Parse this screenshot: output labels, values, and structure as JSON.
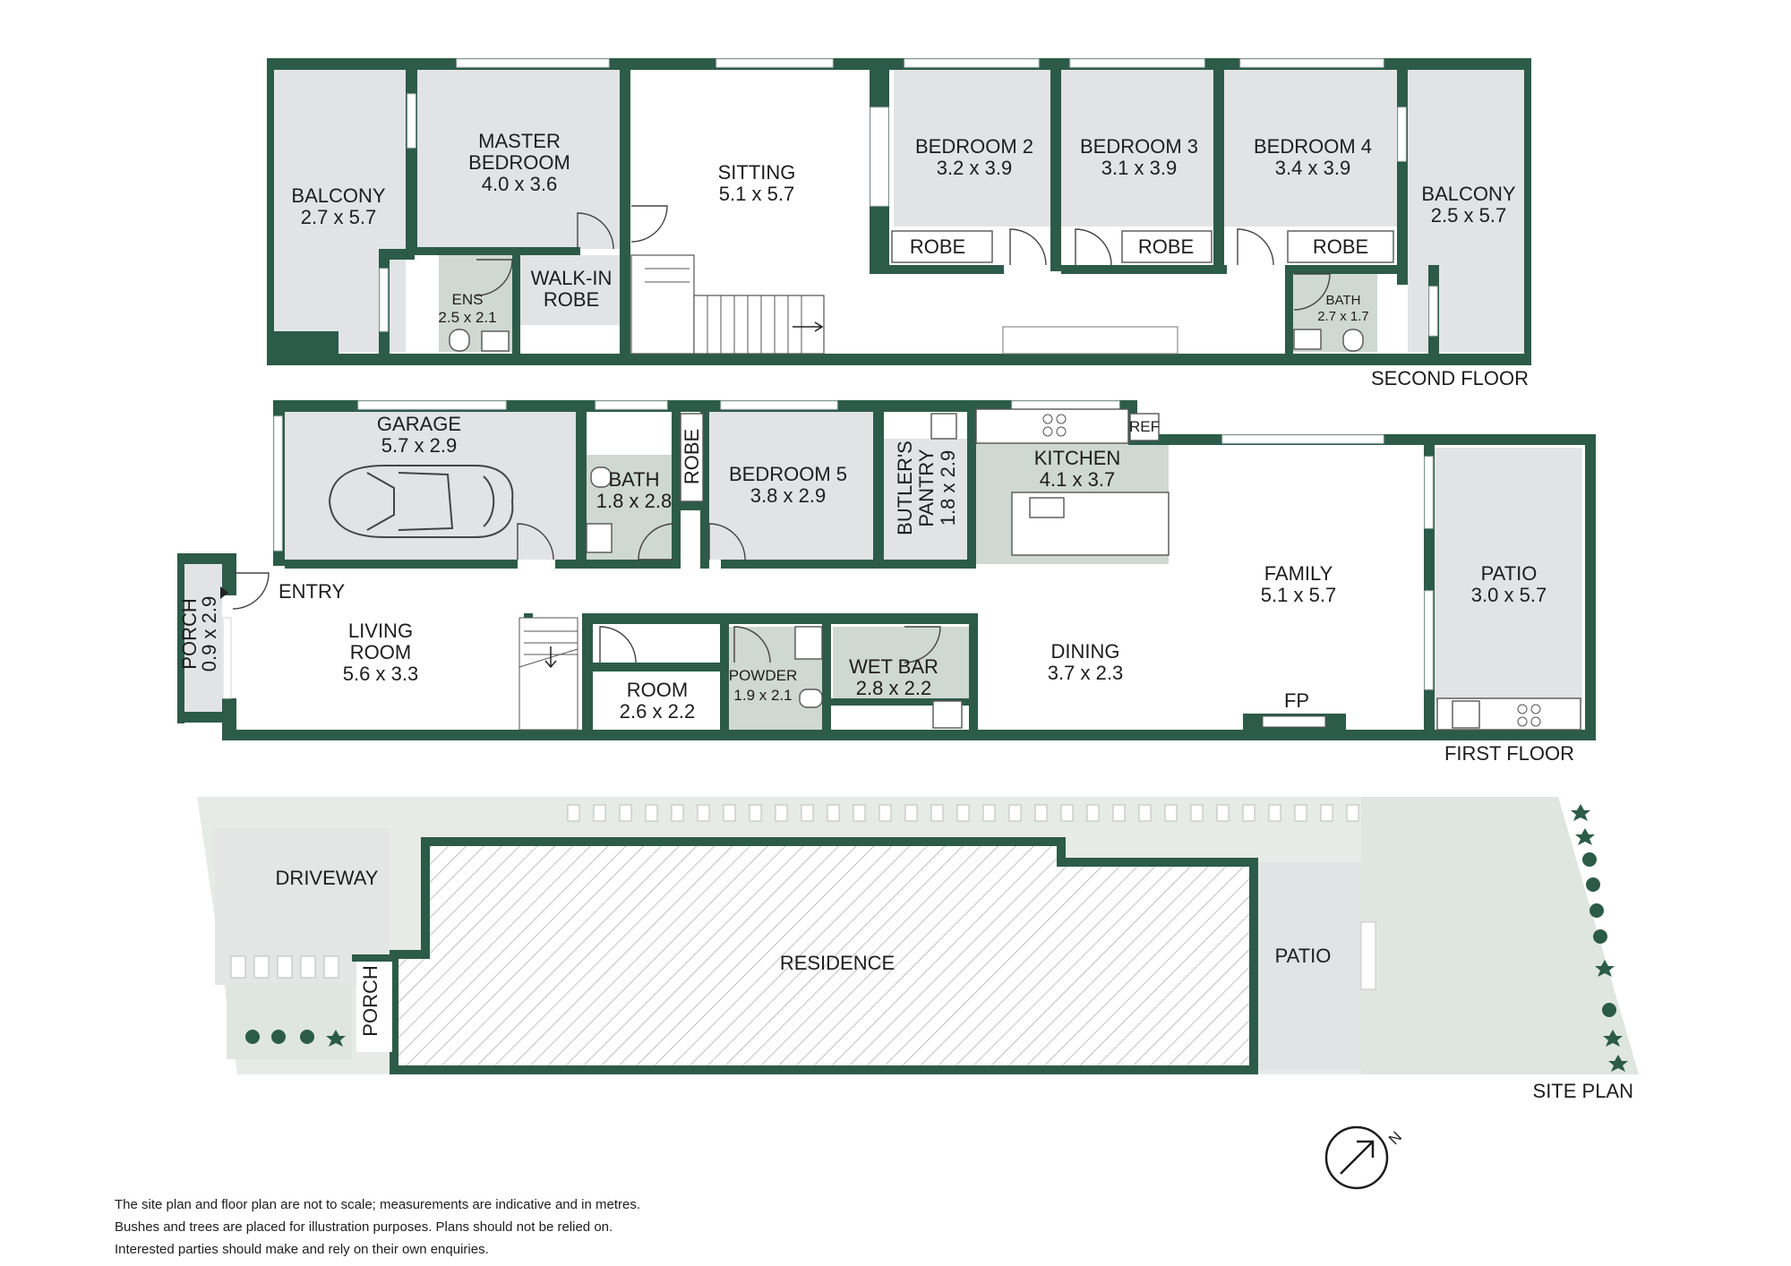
{
  "second_floor": {
    "caption": "SECOND FLOOR",
    "rooms": {
      "balcony_left": {
        "name": "BALCONY",
        "dims": "2.7 x 5.7"
      },
      "master_bedroom": {
        "name_line1": "MASTER",
        "name_line2": "BEDROOM",
        "dims": "4.0 x 3.6"
      },
      "sitting": {
        "name": "SITTING",
        "dims": "5.1 x 5.7"
      },
      "bedroom2": {
        "name": "BEDROOM 2",
        "dims": "3.2 x 3.9"
      },
      "bedroom3": {
        "name": "BEDROOM 3",
        "dims": "3.1 x 3.9"
      },
      "bedroom4": {
        "name": "BEDROOM 4",
        "dims": "3.4 x 3.9"
      },
      "balcony_right": {
        "name": "BALCONY",
        "dims": "2.5 x 5.7"
      },
      "ensuite": {
        "name": "ENS",
        "dims": "2.5 x 2.1"
      },
      "walk_in_robe": {
        "name_line1": "WALK-IN",
        "name_line2": "ROBE"
      },
      "bath": {
        "name": "BATH",
        "dims": "2.7 x 1.7"
      },
      "robe_label": "ROBE"
    }
  },
  "first_floor": {
    "caption": "FIRST FLOOR",
    "rooms": {
      "garage": {
        "name": "GARAGE",
        "dims": "5.7 x 2.9"
      },
      "bath": {
        "name": "BATH",
        "dims": "1.8 x 2.8"
      },
      "robe": {
        "name": "ROBE"
      },
      "bedroom5": {
        "name": "BEDROOM 5",
        "dims": "3.8 x 2.9"
      },
      "butlers_pantry": {
        "name_line1": "BUTLER'S",
        "name_line2": "PANTRY",
        "dims": "1.8 x 2.9"
      },
      "kitchen": {
        "name": "KITCHEN",
        "dims": "4.1 x 3.7"
      },
      "ref": {
        "name": "REF"
      },
      "family": {
        "name": "FAMILY",
        "dims": "5.1 x 5.7"
      },
      "patio": {
        "name": "PATIO",
        "dims": "3.0 x 5.7"
      },
      "entry": {
        "name": "ENTRY"
      },
      "porch": {
        "name": "PORCH",
        "dims": "0.9 x 2.9"
      },
      "living_room": {
        "name_line1": "LIVING",
        "name_line2": "ROOM",
        "dims": "5.6 x 3.3"
      },
      "room": {
        "name": "ROOM",
        "dims": "2.6 x 2.2"
      },
      "powder": {
        "name": "POWDER",
        "dims": "1.9 x 2.1"
      },
      "wet_bar": {
        "name": "WET BAR",
        "dims": "2.8 x 2.2"
      },
      "dining": {
        "name": "DINING",
        "dims": "3.7 x 2.3"
      },
      "fp": {
        "name": "FP"
      }
    }
  },
  "site_plan": {
    "caption": "SITE PLAN",
    "areas": {
      "driveway": "DRIVEWAY",
      "porch": "PORCH",
      "residence": "RESIDENCE",
      "patio": "PATIO"
    }
  },
  "compass": {
    "north_label": "N",
    "icon": "north-arrow-icon"
  },
  "disclaimer": {
    "line1": "The site plan and floor plan are not to scale; measurements are indicative and in metres.",
    "line2": "Bushes and trees are placed for illustration purposes. Plans should not be relied on.",
    "line3": "Interested parties should make and rely on their own enquiries."
  },
  "colors": {
    "wall": "#2c5b4a",
    "room_grey": "#e2e3e5",
    "room_green": "#cfd8d3",
    "site_ground": "#e7ebe8",
    "shrub": "#2c5b4a"
  }
}
